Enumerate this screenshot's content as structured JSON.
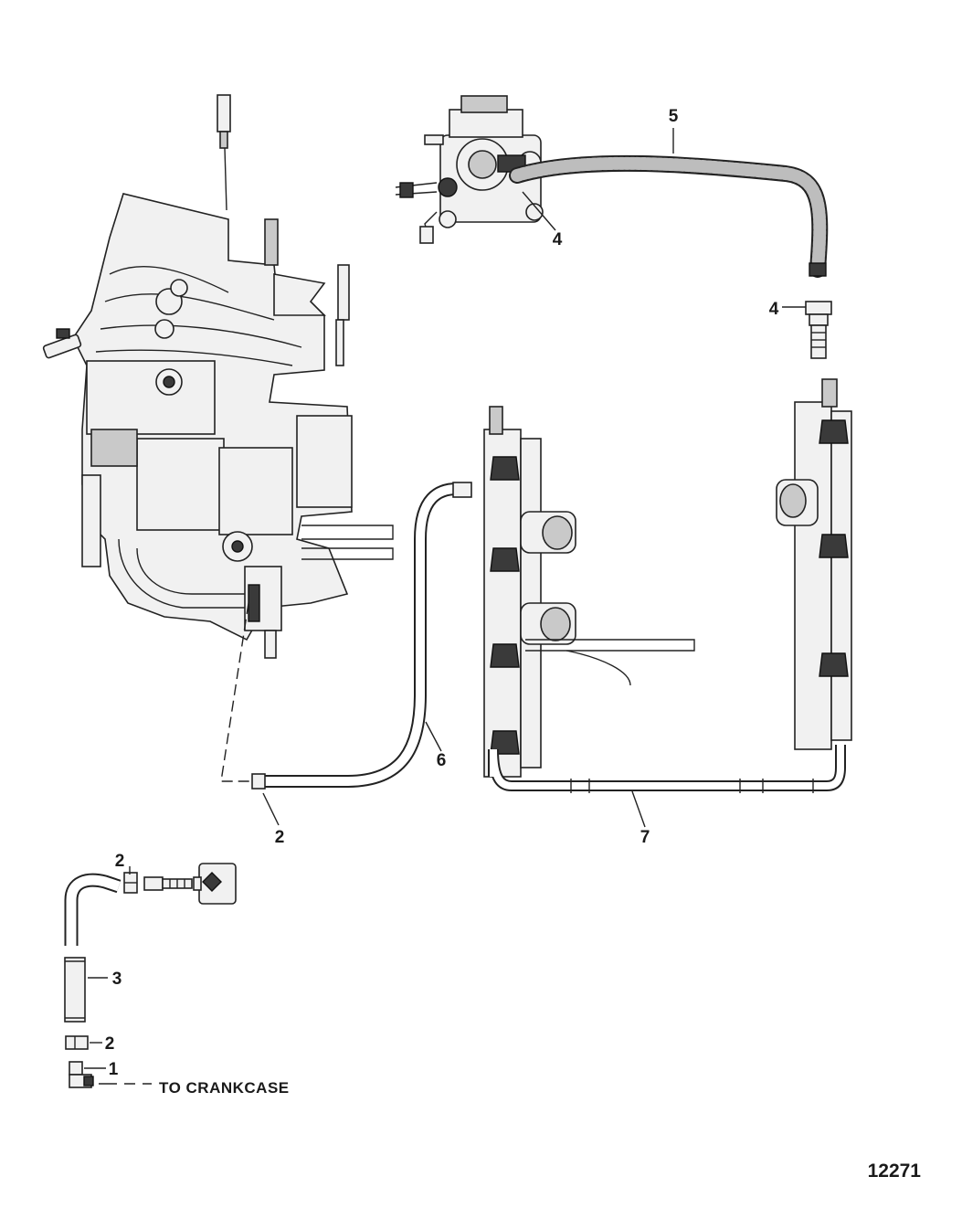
{
  "figure_number": "12271",
  "callouts": {
    "c1": "1",
    "c2a": "2",
    "c2b": "2",
    "c2c": "2",
    "c3": "3",
    "c4a": "4",
    "c4b": "4",
    "c5": "5",
    "c6": "6",
    "c7": "7"
  },
  "notes": {
    "crankcase": "TO CRANKCASE"
  }
}
